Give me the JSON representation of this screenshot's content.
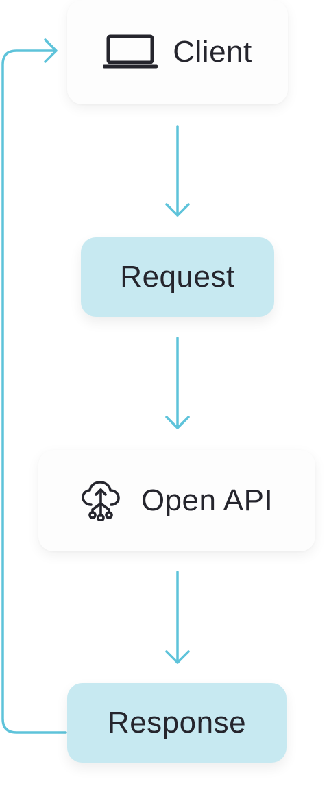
{
  "nodes": {
    "client": {
      "label": "Client",
      "icon": "laptop-icon"
    },
    "request": {
      "label": "Request"
    },
    "open_api": {
      "label": "Open API",
      "icon": "cloud-network-icon"
    },
    "response": {
      "label": "Response"
    }
  },
  "colors": {
    "connector": "#5ec3da",
    "accent_fill": "#c7e9f1",
    "plain_fill": "#fdfdfd",
    "text": "#25252d"
  }
}
